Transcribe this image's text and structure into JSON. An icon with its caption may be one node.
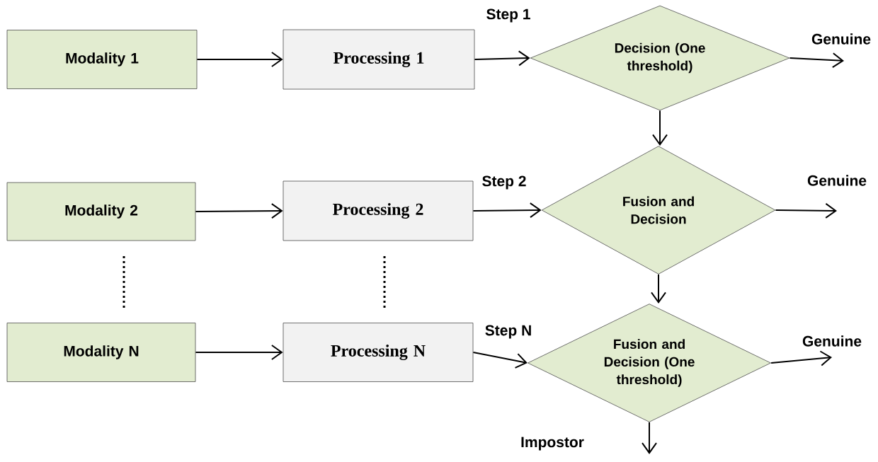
{
  "diagram": {
    "nodes": [
      {
        "text": [
          "Modality 1"
        ]
      },
      {
        "text": [
          "Processing 1"
        ]
      },
      {
        "text": [
          "Decision (One threshold)"
        ]
      },
      {
        "text": [
          "Modality 2"
        ]
      },
      {
        "text": [
          "Processing 2"
        ]
      },
      {
        "text": [
          "Fusion and Decision"
        ]
      },
      {
        "text": [
          "Modality N"
        ]
      },
      {
        "text": [
          "Processing N"
        ]
      },
      {
        "text": [
          "Fusion and Decision (One threshold)"
        ]
      }
    ],
    "edges": [
      {
        "from": 0,
        "to": 1,
        "arrow": "to"
      },
      {
        "from": 1,
        "to": 2,
        "arrow": "to",
        "label": "Step 1"
      },
      {
        "from": 2,
        "to": null,
        "arrow": "to",
        "label": "Genuine"
      },
      {
        "from": 2,
        "to": 5,
        "arrow": "to"
      },
      {
        "from": 3,
        "to": 4,
        "arrow": "to"
      },
      {
        "from": 4,
        "to": 5,
        "arrow": "to",
        "label": "Step 2"
      },
      {
        "from": 5,
        "to": null,
        "arrow": "to",
        "label": "Genuine"
      },
      {
        "from": 5,
        "to": 8,
        "arrow": "to"
      },
      {
        "from": 6,
        "to": 7,
        "arrow": "to"
      },
      {
        "from": 7,
        "to": 8,
        "arrow": "to",
        "label": "Step N"
      },
      {
        "from": 8,
        "to": null,
        "arrow": "to",
        "label": "Genuine"
      },
      {
        "from": 8,
        "to": null,
        "arrow": "to",
        "label": "Impostor"
      }
    ]
  }
}
